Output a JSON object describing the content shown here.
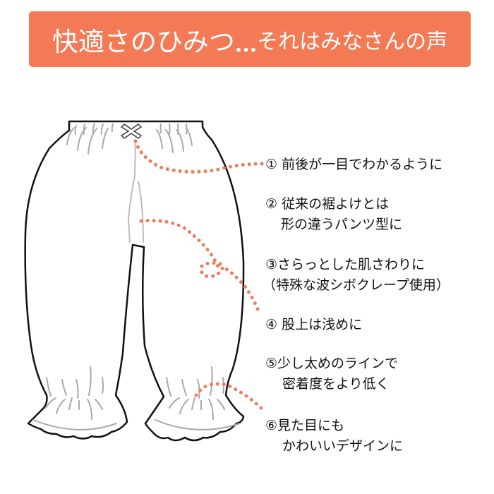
{
  "banner": {
    "title_main": "快適さのひみつ",
    "title_dots": "...",
    "title_sub": "それはみなさんの声",
    "background_color": "#f47a55",
    "text_color": "#ffffff"
  },
  "illustration": {
    "subject": "bloomer-pants-icon",
    "outline_color": "#111111",
    "gather_line_color": "#a0a0a0",
    "callout_dot_color": "#f07a5a"
  },
  "features": [
    {
      "number": "①",
      "line1": "前後が一目でわかるように",
      "line2": ""
    },
    {
      "number": "②",
      "line1": "従来の裾よけとは",
      "line2": "形の違うパンツ型に"
    },
    {
      "number": "③",
      "line1": "さらっとした肌さわりに",
      "line2": "（特殊な波シボクレープ使用）"
    },
    {
      "number": "④",
      "line1": "股上は浅めに",
      "line2": ""
    },
    {
      "number": "⑤",
      "line1": "少し太めのラインで",
      "line2": "密着度をより低く"
    },
    {
      "number": "⑥",
      "line1": "見た目にも",
      "line2": "かわいいデザインに"
    }
  ]
}
